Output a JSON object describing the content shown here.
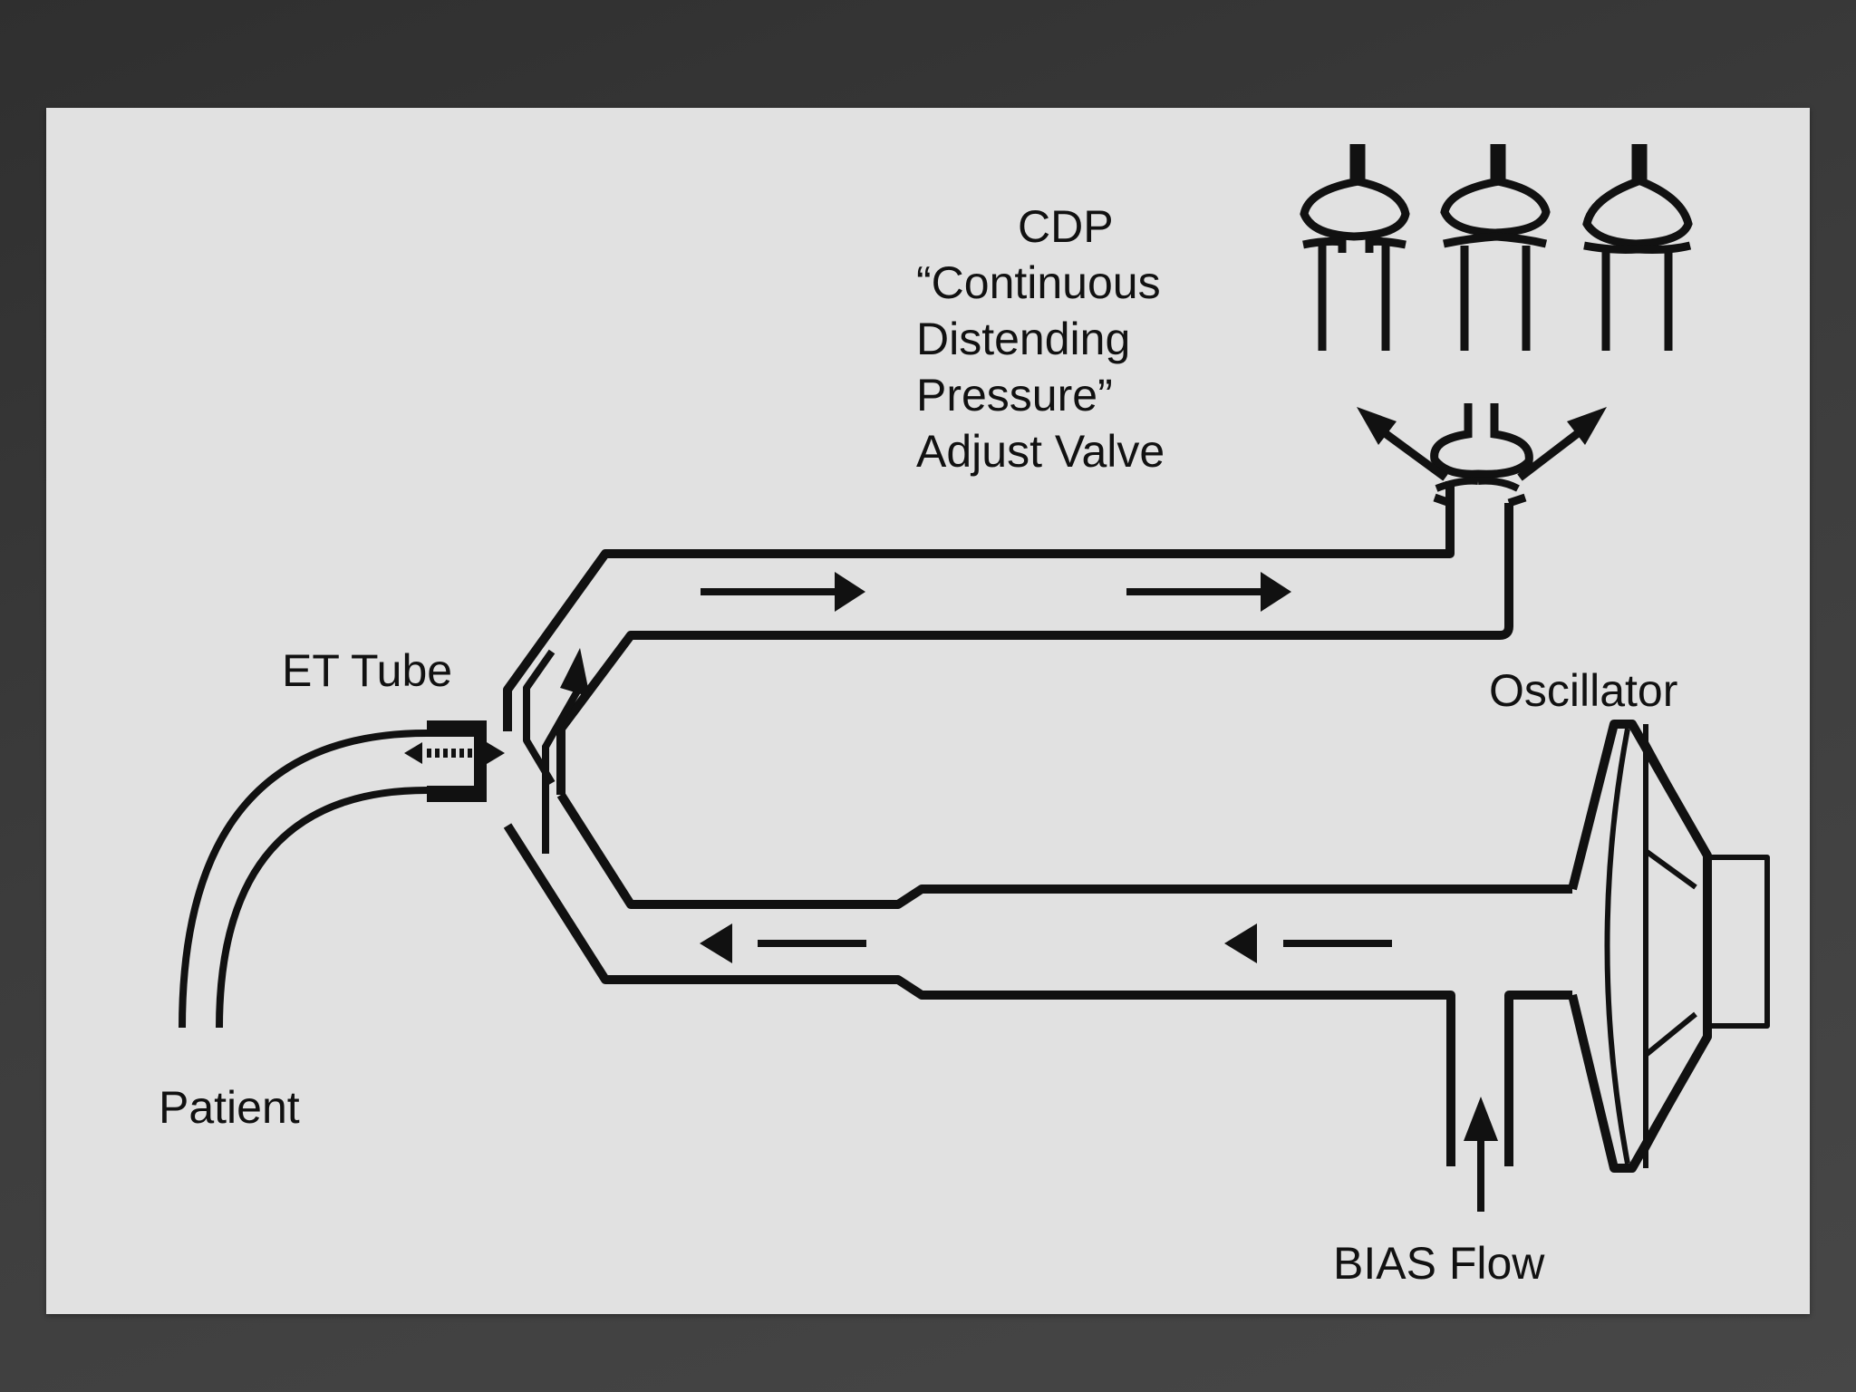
{
  "labels": {
    "cdp": [
      "CDP",
      "“Continuous",
      "Distending",
      "Pressure”",
      "Adjust Valve"
    ],
    "et_tube": "ET Tube",
    "oscillator": "Oscillator",
    "patient": "Patient",
    "bias_flow": "BIAS Flow"
  },
  "colors": {
    "background": "#3a3a3a",
    "slide": "#e1e1e1",
    "ink": "#111111"
  }
}
